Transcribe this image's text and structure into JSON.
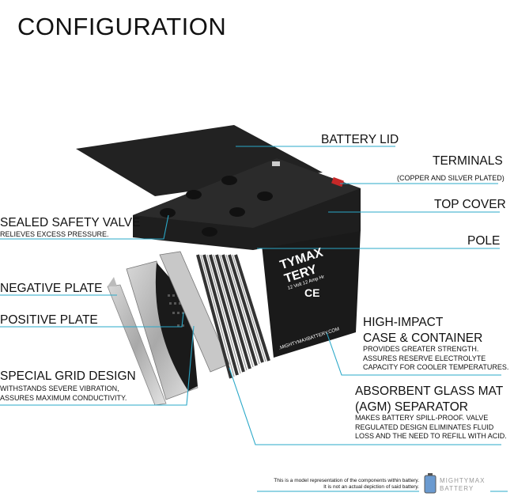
{
  "title": "CONFIGURATION",
  "labels": {
    "battery_lid": "BATTERY LID",
    "terminals": "TERMINALS",
    "terminals_sub": "(COPPER AND SILVER PLATED)",
    "top_cover": "TOP COVER",
    "pole": "POLE",
    "case_1": "HIGH-IMPACT",
    "case_2": "CASE & CONTAINER",
    "case_sub": [
      "PROVIDES GREATER STRENGTH.",
      "ASSURES RESERVE ELECTROLYTE",
      "CAPACITY FOR COOLER TEMPERATURES."
    ],
    "agm_1": "ABSORBENT GLASS MAT",
    "agm_2": "(AGM) SEPARATOR",
    "agm_sub": [
      "MAKES BATTERY SPILL-PROOF. VALVE",
      "REGULATED DESIGN ELIMINATES FLUID",
      "LOSS AND THE NEED TO REFILL WITH ACID."
    ],
    "valve": "SEALED SAFETY VALVE",
    "valve_sub": "RELIEVES EXCESS PRESSURE.",
    "negative": "NEGATIVE PLATE",
    "positive": "POSITIVE PLATE",
    "grid": "SPECIAL GRID DESIGN",
    "grid_sub": [
      "WITHSTANDS SEVERE VIBRATION,",
      "ASSURES MAXIMUM CONDUCTIVITY."
    ]
  },
  "battery_label": {
    "brand_1": "TYMAX",
    "brand_2": "TERY",
    "spec": "12 Volt 12 Amp Hr",
    "website": ".MIGHTYMAXBATTERY.COM"
  },
  "footer": {
    "disclaimer": [
      "This is a model representation of the components within battery.",
      "It is not an actual depiction of said battery."
    ],
    "logo_1": "MIGHTYMAX",
    "logo_2": "BATTERY"
  },
  "colors": {
    "callout": "#2aa8c8",
    "battery": "#1c1c1c"
  }
}
